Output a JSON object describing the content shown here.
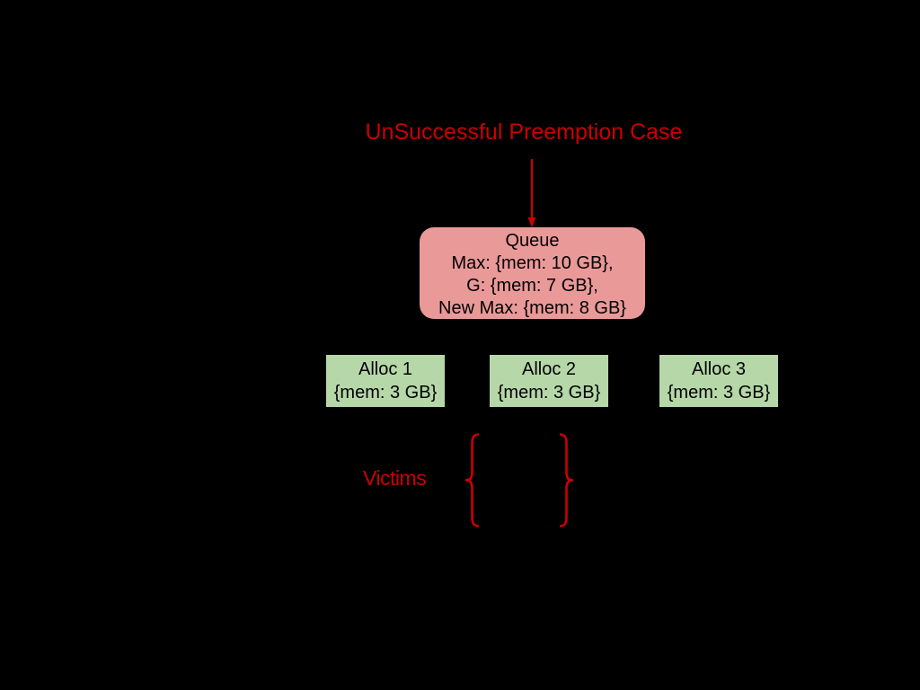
{
  "colors": {
    "bg": "#000000",
    "red": "#cc0000",
    "queue_fill": "#ea9999",
    "alloc_fill": "#b6d7a8",
    "box_text": "#000000"
  },
  "title": "UnSuccessful Preemption Case",
  "queue": {
    "lines": [
      "Queue",
      "Max: {mem: 10 GB},",
      "G: {mem: 7 GB},",
      "New Max: {mem: 8 GB}"
    ]
  },
  "allocs": [
    {
      "name": "Alloc 1",
      "detail": "{mem: 3 GB}"
    },
    {
      "name": "Alloc 2",
      "detail": "{mem: 3 GB}"
    },
    {
      "name": "Alloc 3",
      "detail": "{mem: 3 GB}"
    }
  ],
  "victims": {
    "label": "Victims"
  },
  "icons": {
    "arrow": "red-down-arrow",
    "left_brace": "{",
    "right_brace": "}"
  }
}
